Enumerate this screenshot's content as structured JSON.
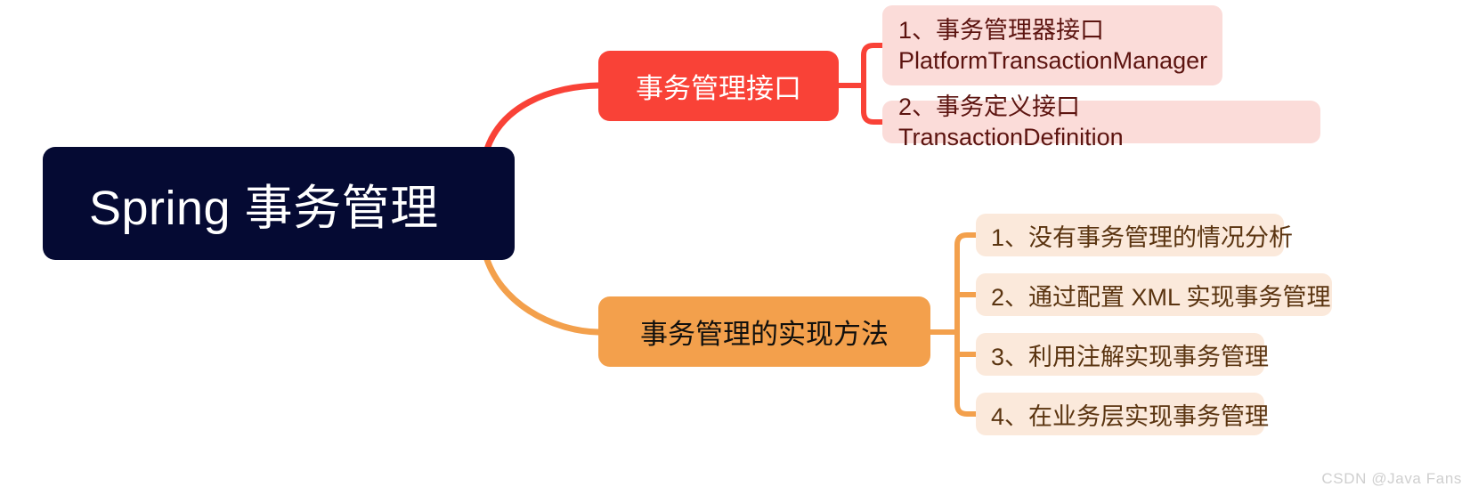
{
  "diagram": {
    "title": "Spring 事务管理",
    "watermark": "CSDN @Java Fans",
    "colors": {
      "root_bg": "#050a33",
      "root_text": "#ffffff",
      "red_bg": "#f94237",
      "red_text": "#ffffff",
      "orange_bg": "#f3a04c",
      "orange_text": "#11100e",
      "pink_leaf_bg": "#fbdcd9",
      "pink_leaf_text": "#5c1410",
      "cream_leaf_bg": "#fbe9db",
      "cream_leaf_text": "#5a3410",
      "red_link": "#f94237",
      "orange_link": "#f3a04c",
      "background": "#ffffff"
    },
    "root": {
      "label": "Spring 事务管理"
    },
    "branches": [
      {
        "id": "transaction-management-interface",
        "label": "事务管理接口",
        "accent": "#f94237",
        "children": [
          {
            "label": "1、事务管理器接口\nPlatformTransactionManager"
          },
          {
            "label": "2、事务定义接口 TransactionDefinition"
          }
        ]
      },
      {
        "id": "transaction-management-implementation",
        "label": "事务管理的实现方法",
        "accent": "#f3a04c",
        "children": [
          {
            "label": "1、没有事务管理的情况分析"
          },
          {
            "label": "2、通过配置 XML 实现事务管理"
          },
          {
            "label": "3、利用注解实现事务管理"
          },
          {
            "label": "4、在业务层实现事务管理"
          }
        ]
      }
    ]
  }
}
